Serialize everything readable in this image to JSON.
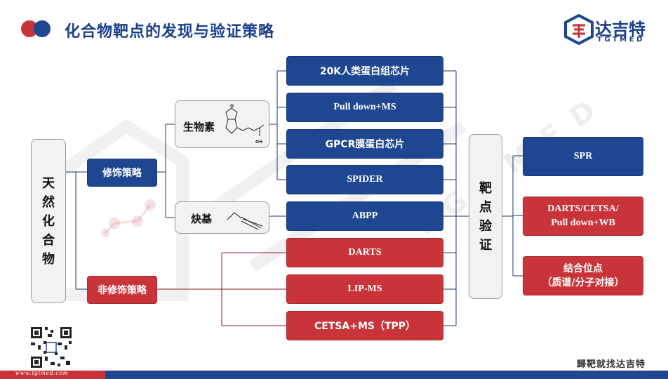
{
  "header": {
    "title": "化合物靶点的发现与验证策略",
    "logo_text": "达吉特",
    "logo_sub": "TGTMED"
  },
  "left": {
    "root_chars": [
      "天",
      "然",
      "化",
      "合",
      "物"
    ],
    "mod_strategy": "修饰策略",
    "nonmod_strategy": "非修饰策略",
    "biotin": "生物素",
    "alkyne": "炔基"
  },
  "methods": {
    "m1": "20K人类蛋白组芯片",
    "m2": "Pull down+MS",
    "m3": "GPCR膜蛋白芯片",
    "m4": "SPIDER",
    "m5": "ABPP",
    "m6": "DARTS",
    "m7": "LIP-MS",
    "m8": "CETSA+MS（TPP）"
  },
  "validation": {
    "label_chars": [
      "靶",
      "点",
      "验",
      "证"
    ],
    "v1": "SPR",
    "v2_line1": "DARTS/CETSA/",
    "v2_line2": "Pull down+WB",
    "v3_line1": "结合位点",
    "v3_line2": "（质谱/分子对接）"
  },
  "structure": {
    "oh_label": "OH",
    "o_label": "O"
  },
  "footer": {
    "url": "www.tgtmed.com",
    "slogan": "歸靶就找达吉特"
  },
  "colors": {
    "brand_blue": "#1f4690",
    "brand_red": "#c8343a",
    "connector": "#1a3a6a"
  }
}
